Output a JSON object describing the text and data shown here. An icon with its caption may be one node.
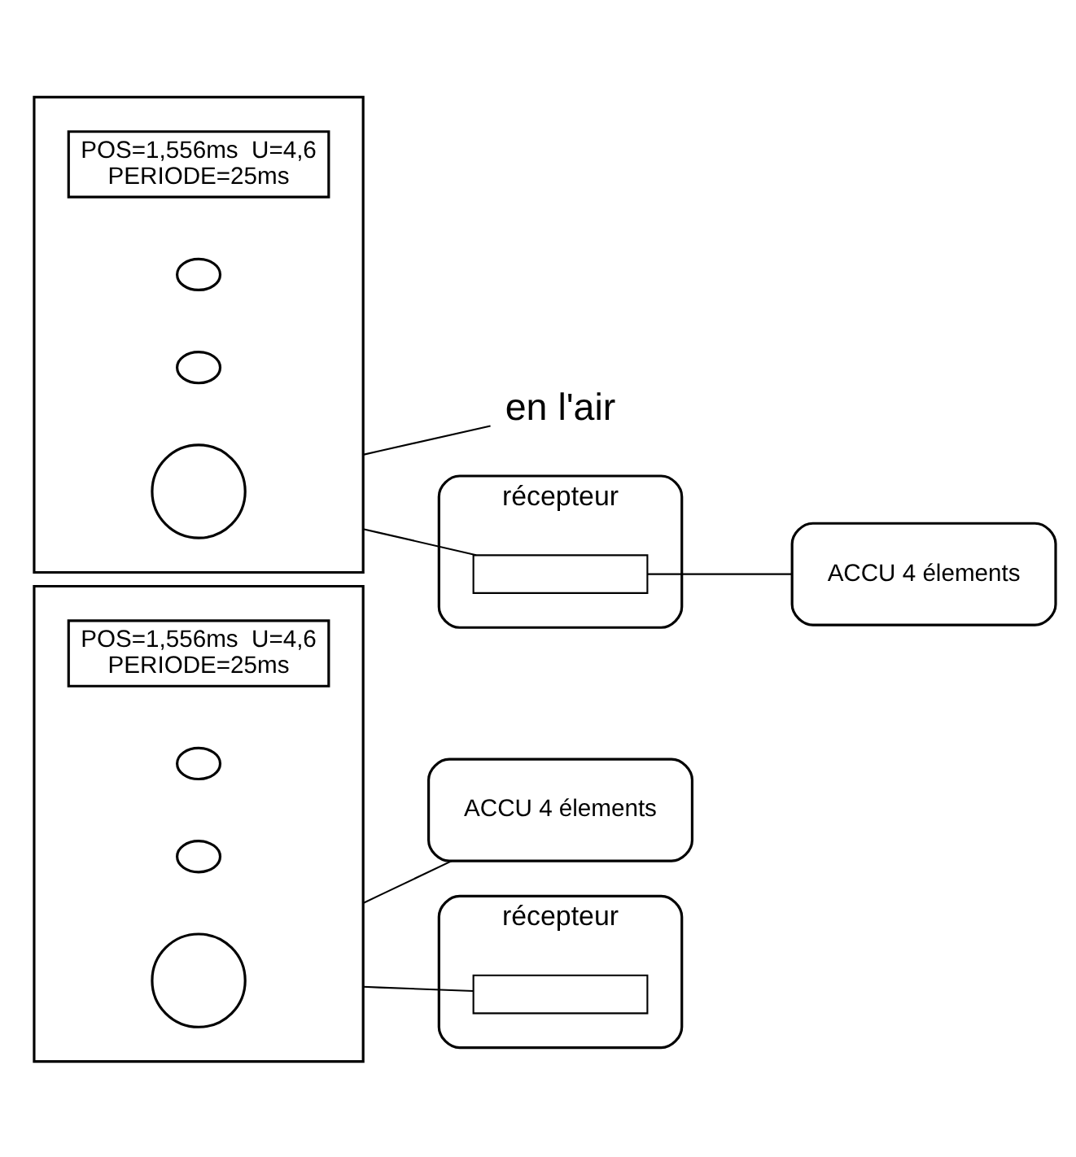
{
  "diagram": {
    "nodes": [
      {
        "text": [],
        "shape": "box"
      },
      {
        "text": [
          "POS=1,556ms  U=4,6",
          "PERIODE=25ms"
        ],
        "in": 0
      },
      {
        "text": [],
        "shape": "circle",
        "in": 0
      },
      {
        "text": [],
        "shape": "circle",
        "in": 0
      },
      {
        "text": [],
        "shape": "circle",
        "in": 0
      },
      {
        "text": [
          "ACCU 4 élements"
        ]
      },
      {
        "text": [
          "récepteur"
        ]
      },
      {
        "text": [],
        "shape": "box",
        "in": 6
      },
      {
        "text": [],
        "shape": "box"
      },
      {
        "text": [
          "POS=1,556ms  U=4,6",
          "PERIODE=25ms"
        ],
        "in": 8
      },
      {
        "text": [],
        "shape": "circle",
        "in": 8
      },
      {
        "text": [],
        "shape": "circle",
        "in": 8
      },
      {
        "text": [],
        "shape": "circle",
        "in": 8
      },
      {
        "text": [
          "en l'air"
        ]
      },
      {
        "text": [
          "récepteur"
        ]
      },
      {
        "text": [],
        "shape": "box",
        "in": 14
      },
      {
        "text": [
          "ACCU 4 élements"
        ]
      }
    ],
    "edges": [
      {
        "from": 0,
        "to": 5,
        "arrow": "none"
      },
      {
        "from": 0,
        "to": 7,
        "arrow": "none"
      },
      {
        "from": 8,
        "to": 13,
        "arrow": "none"
      },
      {
        "from": 8,
        "to": 15,
        "arrow": "none"
      },
      {
        "from": 15,
        "to": 16,
        "arrow": "none"
      }
    ]
  }
}
